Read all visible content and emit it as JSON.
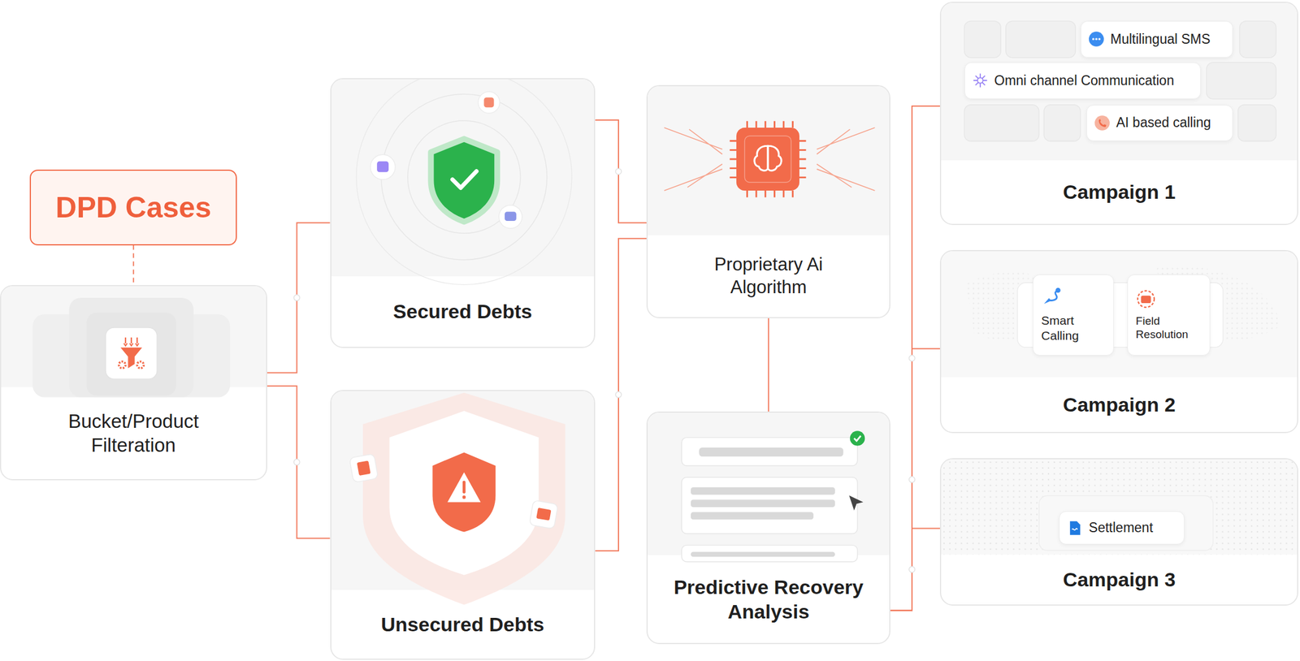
{
  "diagram": {
    "nodes": [
      {
        "text": [
          "DPD Cases"
        ]
      },
      {
        "text": [
          "Bucket/Product Filteration"
        ]
      },
      {
        "text": [
          "Secured Debts"
        ]
      },
      {
        "text": [
          "Unsecured Debts"
        ]
      },
      {
        "text": [
          "Proprietary Ai Algorithm"
        ]
      },
      {
        "text": [
          "Predictive Recovery Analysis"
        ]
      },
      {
        "text": [
          "Campaign 1"
        ]
      },
      {
        "text": [
          "Multilingual SMS"
        ],
        "in": 6
      },
      {
        "text": [
          "Omni channel Communication"
        ],
        "in": 6
      },
      {
        "text": [
          "AI based calling"
        ],
        "in": 6
      },
      {
        "text": [
          "Campaign 2"
        ]
      },
      {
        "text": [
          "Smart Calling"
        ],
        "in": 10
      },
      {
        "text": [
          "Field Resolution"
        ],
        "in": 10
      },
      {
        "text": [
          "Campaign 3"
        ]
      },
      {
        "text": [
          "Settlement"
        ],
        "in": 13
      }
    ],
    "edges": [
      {
        "from": 0,
        "to": 1,
        "arrow": "none"
      },
      {
        "from": 1,
        "to": 2,
        "arrow": "none"
      },
      {
        "from": 1,
        "to": 3,
        "arrow": "none"
      },
      {
        "from": 2,
        "to": 4,
        "arrow": "none"
      },
      {
        "from": 3,
        "to": 4,
        "arrow": "none"
      },
      {
        "from": 4,
        "to": 5,
        "arrow": "none"
      },
      {
        "from": 5,
        "to": 6,
        "arrow": "none"
      },
      {
        "from": 5,
        "to": 10,
        "arrow": "none"
      },
      {
        "from": 5,
        "to": 13,
        "arrow": "none"
      }
    ]
  }
}
